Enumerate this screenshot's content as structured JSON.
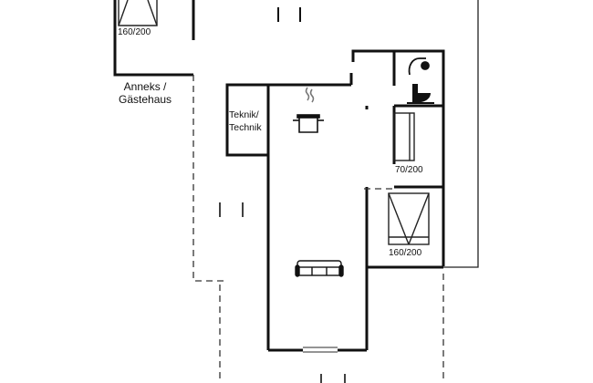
{
  "labels": {
    "annex_bed": "160/200",
    "annex_line1": "Anneks /",
    "annex_line2": "Gästehaus",
    "tech_line1": "Teknik/",
    "tech_line2": "Technik",
    "single_bed": "70/200",
    "double_bed": "160/200"
  },
  "icons": [
    "shower-icon",
    "toilet-icon",
    "cooking-pot-icon",
    "sofa-icon",
    "bed-icon"
  ],
  "colors": {
    "wall": "#111111",
    "dashed": "#333333",
    "background": "#ffffff"
  }
}
